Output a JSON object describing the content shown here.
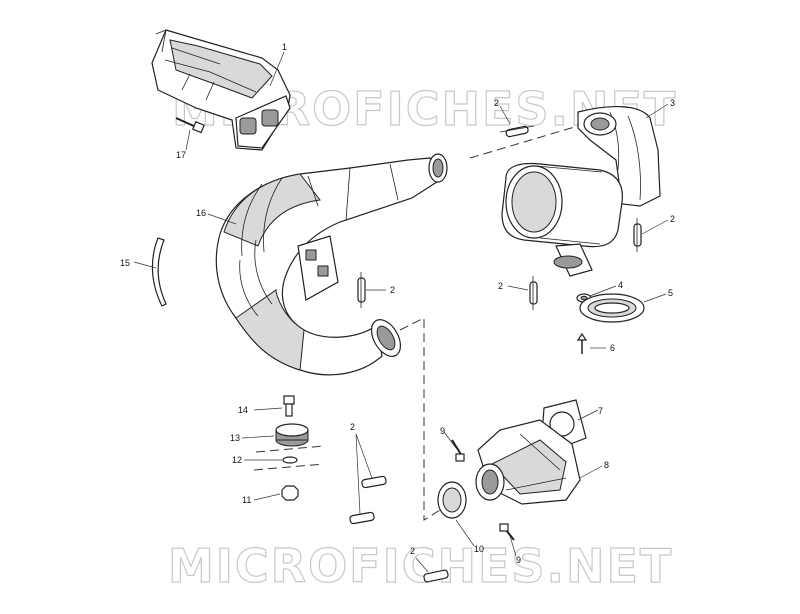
{
  "watermark": {
    "top": "MICROFICHES.NET",
    "bottom": "MICROFICHES.NET"
  },
  "callouts": {
    "c1": "1",
    "c17": "17",
    "c2a": "2",
    "c3": "3",
    "c16": "16",
    "c2b": "2",
    "c15": "15",
    "c2c": "2",
    "c2d": "2",
    "c4": "4",
    "c5": "5",
    "c6": "6",
    "c7": "7",
    "c14": "14",
    "c13": "13",
    "c12": "12",
    "c11": "11",
    "c2e": "2",
    "c9a": "9",
    "c8": "8",
    "c10": "10",
    "c9b": "9",
    "c2f": "2"
  }
}
